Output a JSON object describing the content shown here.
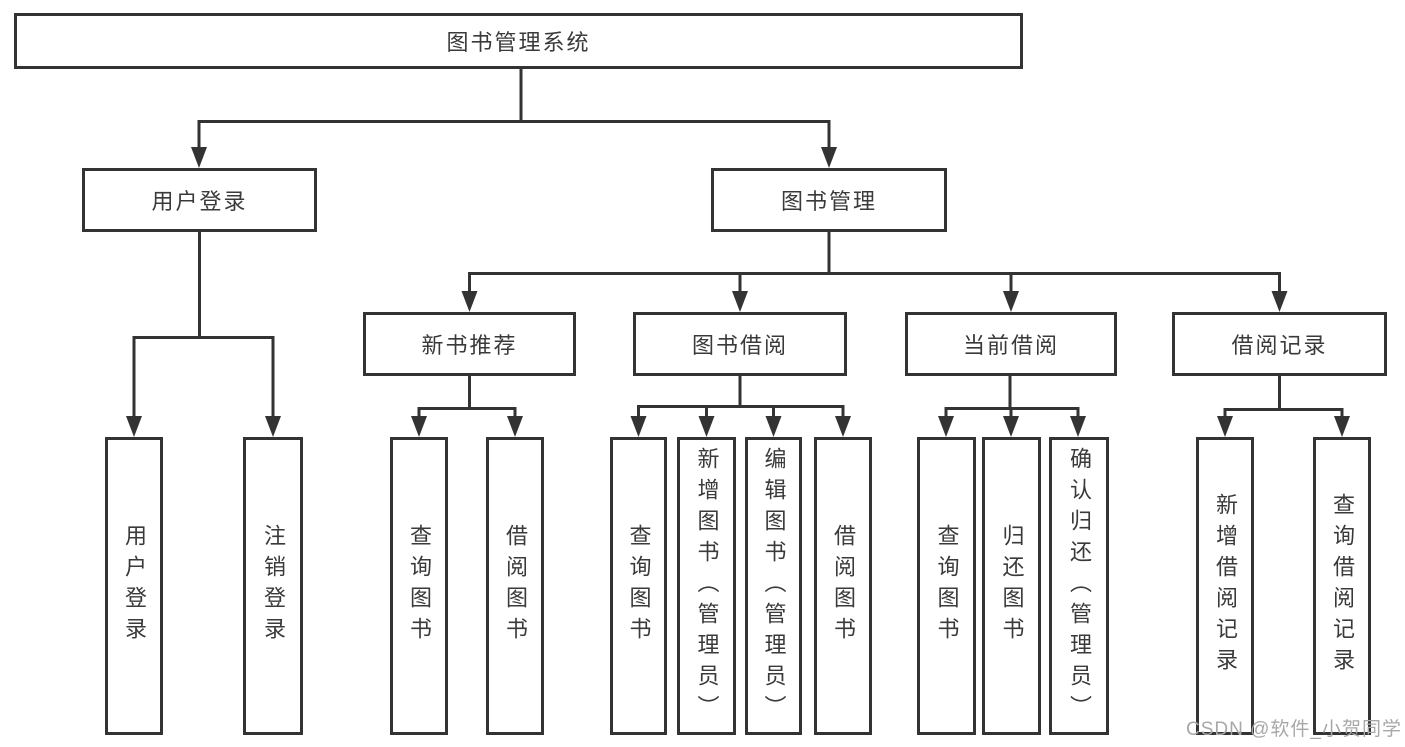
{
  "diagram": {
    "root": {
      "label": "图书管理系统",
      "children": [
        {
          "label": "用户登录",
          "children": [
            {
              "label": "用户登录"
            },
            {
              "label": "注销登录"
            }
          ]
        },
        {
          "label": "图书管理",
          "children": [
            {
              "label": "新书推荐",
              "children": [
                {
                  "label": "查询图书"
                },
                {
                  "label": "借阅图书"
                }
              ]
            },
            {
              "label": "图书借阅",
              "children": [
                {
                  "label": "查询图书"
                },
                {
                  "label": "新增图书（管理员）"
                },
                {
                  "label": "编辑图书（管理员）"
                },
                {
                  "label": "借阅图书"
                }
              ]
            },
            {
              "label": "当前借阅",
              "children": [
                {
                  "label": "查询图书"
                },
                {
                  "label": "归还图书"
                },
                {
                  "label": "确认归还（管理员）"
                }
              ]
            },
            {
              "label": "借阅记录",
              "children": [
                {
                  "label": "新增借阅记录"
                },
                {
                  "label": "查询借阅记录"
                }
              ]
            }
          ]
        }
      ]
    }
  },
  "watermark": "CSDN @软件_小贺同学",
  "colors": {
    "line": "#333333",
    "text": "#3a3a3a",
    "watermark": "#a8a8a8",
    "background": "#ffffff"
  }
}
